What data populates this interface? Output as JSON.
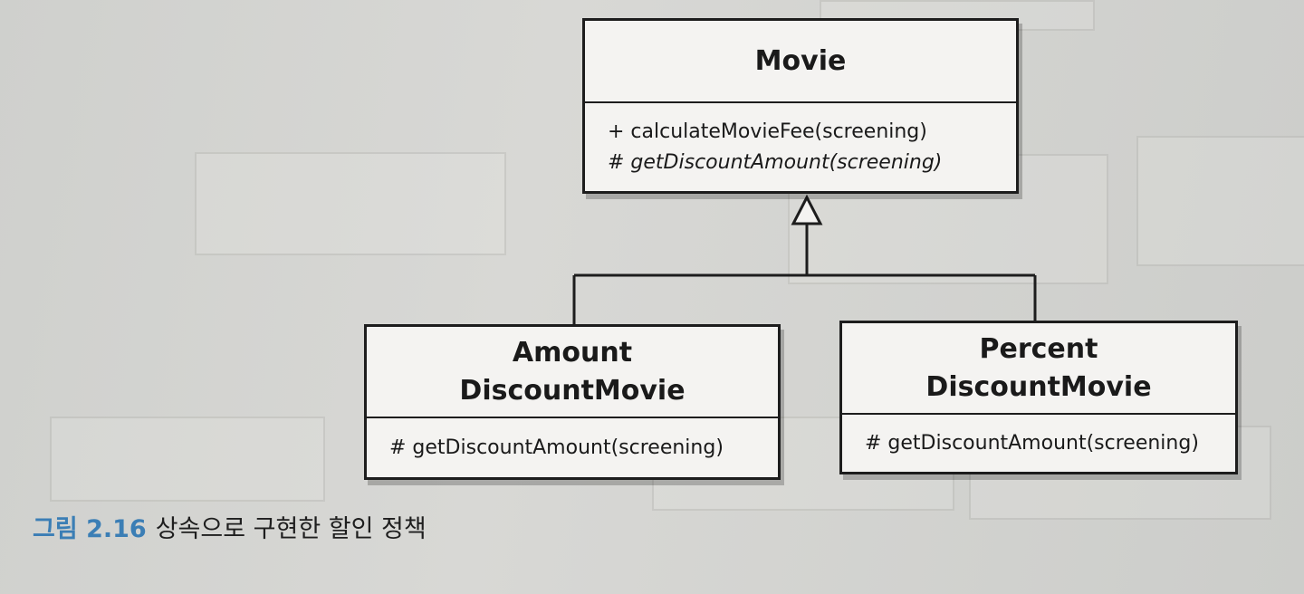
{
  "diagram": {
    "parent": {
      "name": "Movie",
      "operations": [
        {
          "text": "+ calculateMovieFee(screening)",
          "italic": false
        },
        {
          "text": "# getDiscountAmount(screening)",
          "italic": true
        }
      ]
    },
    "children": [
      {
        "name_lines": [
          "Amount",
          "DiscountMovie"
        ],
        "operations": [
          {
            "text": "# getDiscountAmount(screening)",
            "italic": false
          }
        ]
      },
      {
        "name_lines": [
          "Percent",
          "DiscountMovie"
        ],
        "operations": [
          {
            "text": "# getDiscountAmount(screening)",
            "italic": false
          }
        ]
      }
    ],
    "relationship": "generalization"
  },
  "caption": {
    "number": "그림 2.16",
    "text": "상속으로 구현한 할인 정책"
  },
  "colors": {
    "caption_number": "#3b7eb5",
    "line": "#1d1d1d",
    "box_fill": "#f4f3f1"
  }
}
